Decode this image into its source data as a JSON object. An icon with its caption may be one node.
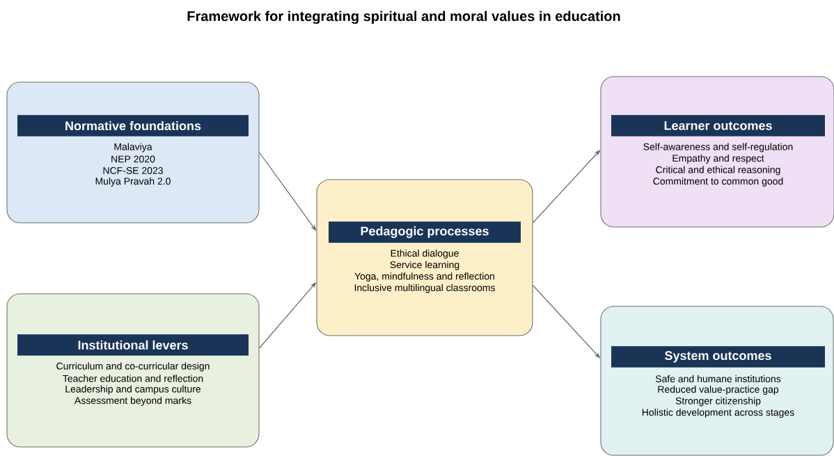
{
  "diagram": {
    "title": "Framework for integrating spiritual and moral values in education",
    "nodes": [
      {
        "text": [
          "Normative foundations",
          "Malaviya",
          "NEP 2020",
          "NCF-SE 2023",
          "Mulya Pravah 2.0"
        ]
      },
      {
        "text": [
          "Institutional levers",
          "Curriculum and co-curricular design",
          "Teacher education and reflection",
          "Leadership and campus culture",
          "Assessment beyond marks"
        ]
      },
      {
        "text": [
          "Pedagogic processes",
          "Ethical dialogue",
          "Service learning",
          "Yoga, mindfulness and reflection",
          "Inclusive multilingual classrooms"
        ]
      },
      {
        "text": [
          "Learner outcomes",
          "Self-awareness and self-regulation",
          "Empathy and respect",
          "Critical and ethical reasoning",
          "Commitment to common good"
        ]
      },
      {
        "text": [
          "System outcomes",
          "Safe and humane institutions",
          "Reduced value-practice gap",
          "Stronger citizenship",
          "Holistic development across stages"
        ]
      }
    ],
    "edges": [
      {
        "from": 0,
        "to": 2,
        "arrow": "to"
      },
      {
        "from": 1,
        "to": 2,
        "arrow": "to"
      },
      {
        "from": 2,
        "to": 3,
        "arrow": "to"
      },
      {
        "from": 2,
        "to": 4,
        "arrow": "to"
      }
    ]
  }
}
